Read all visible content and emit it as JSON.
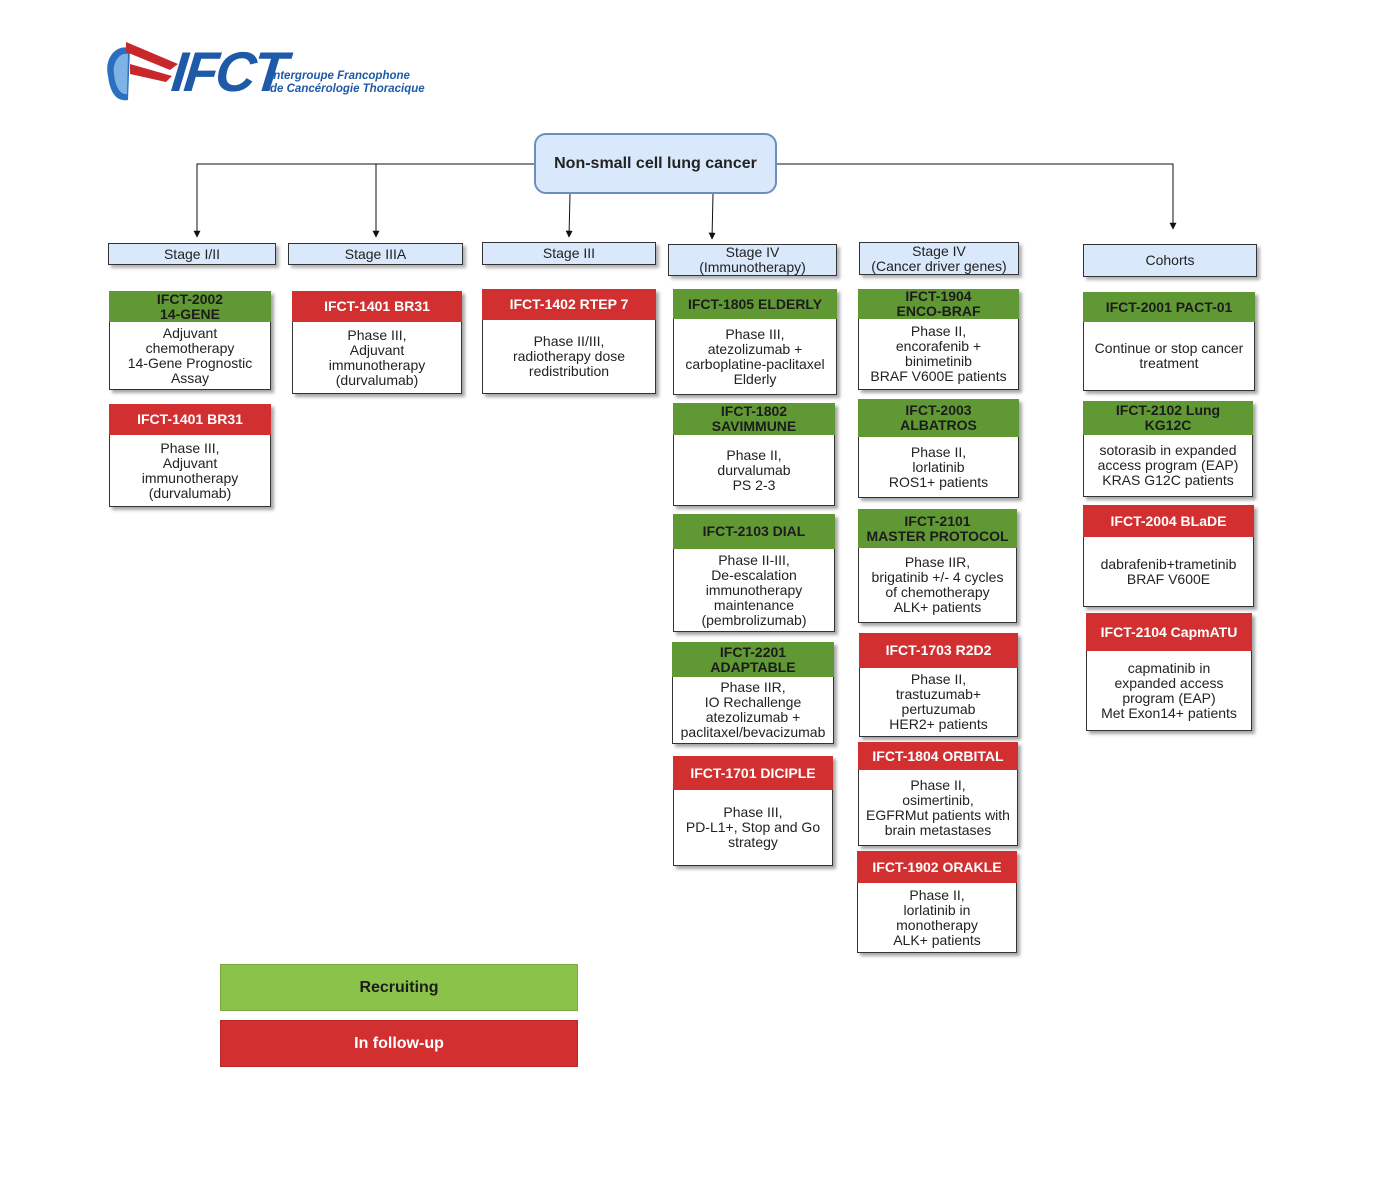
{
  "logo": {
    "word": "IFCT",
    "line1": "Intergroupe Francophone",
    "line2": "de Cancérologie Thoracique",
    "colors": {
      "blue": "#1e5aa8",
      "red": "#c8282c"
    }
  },
  "root": {
    "label": "Non-small cell lung cancer"
  },
  "stages": [
    {
      "lines": [
        "Stage I/II"
      ]
    },
    {
      "lines": [
        "Stage IIIA"
      ]
    },
    {
      "lines": [
        "Stage III"
      ]
    },
    {
      "lines": [
        "Stage IV",
        "(Immunotherapy)"
      ]
    },
    {
      "lines": [
        "Stage IV",
        "(Cancer driver genes)"
      ]
    },
    {
      "lines": [
        "Cohorts"
      ]
    }
  ],
  "trials": [
    {
      "status": "recruiting",
      "title": [
        "IFCT-2002",
        "14-GENE"
      ],
      "desc": [
        "Adjuvant",
        "chemotherapy",
        "14-Gene Prognostic",
        "Assay"
      ]
    },
    {
      "status": "follow-up",
      "title": [
        "IFCT-1401 BR31"
      ],
      "desc": [
        "Phase III,",
        "Adjuvant",
        "immunotherapy",
        "(durvalumab)"
      ]
    },
    {
      "status": "follow-up",
      "title": [
        "IFCT-1401 BR31"
      ],
      "desc": [
        "Phase III,",
        "Adjuvant",
        "immunotherapy",
        "(durvalumab)"
      ]
    },
    {
      "status": "follow-up",
      "title": [
        "IFCT-1402 RTEP 7"
      ],
      "desc": [
        "Phase II/III,",
        "radiotherapy dose",
        "redistribution"
      ]
    },
    {
      "status": "recruiting",
      "title": [
        "IFCT-1805 ELDERLY"
      ],
      "desc": [
        "Phase III,",
        "atezolizumab +",
        "carboplatine-paclitaxel",
        "Elderly"
      ]
    },
    {
      "status": "recruiting",
      "title": [
        "IFCT-1802",
        "SAVIMMUNE"
      ],
      "desc": [
        "Phase II,",
        "durvalumab",
        "PS 2-3"
      ]
    },
    {
      "status": "recruiting",
      "title": [
        "IFCT-2103 DIAL"
      ],
      "desc": [
        "Phase II-III,",
        "De-escalation",
        "immunotherapy",
        "maintenance",
        "(pembrolizumab)"
      ]
    },
    {
      "status": "recruiting",
      "title": [
        "IFCT-2201",
        "ADAPTABLE"
      ],
      "desc": [
        "Phase IIR,",
        "IO Rechallenge",
        "atezolizumab +",
        "paclitaxel/bevacizumab"
      ]
    },
    {
      "status": "follow-up",
      "title": [
        "IFCT-1701 DICIPLE"
      ],
      "desc": [
        "Phase III,",
        "PD-L1+, Stop and Go",
        "strategy"
      ]
    },
    {
      "status": "recruiting",
      "title": [
        "IFCT-1904",
        "ENCO-BRAF"
      ],
      "desc": [
        "Phase II,",
        "encorafenib +",
        "binimetinib",
        "BRAF V600E patients"
      ]
    },
    {
      "status": "recruiting",
      "title": [
        "IFCT-2003",
        "ALBATROS"
      ],
      "desc": [
        "Phase II,",
        "lorlatinib",
        "ROS1+ patients"
      ]
    },
    {
      "status": "recruiting",
      "title": [
        "IFCT-2101",
        "MASTER PROTOCOL"
      ],
      "desc": [
        "Phase IIR,",
        "brigatinib +/- 4 cycles",
        "of  chemotherapy",
        "ALK+ patients"
      ]
    },
    {
      "status": "follow-up",
      "title": [
        "IFCT-1703 R2D2"
      ],
      "desc": [
        "Phase II,",
        "trastuzumab+",
        "pertuzumab",
        "HER2+ patients"
      ]
    },
    {
      "status": "follow-up",
      "title": [
        "IFCT-1804 ORBITAL"
      ],
      "desc": [
        "Phase II,",
        "osimertinib,",
        "EGFRMut patients with",
        "brain metastases"
      ]
    },
    {
      "status": "follow-up",
      "title": [
        "IFCT-1902 ORAKLE"
      ],
      "desc": [
        "Phase II,",
        "lorlatinib in",
        "monotherapy",
        "ALK+ patients"
      ]
    },
    {
      "status": "recruiting",
      "title": [
        "IFCT-2001 PACT-01"
      ],
      "desc": [
        "Continue or stop cancer",
        "treatment"
      ]
    },
    {
      "status": "recruiting",
      "title": [
        "IFCT-2102 Lung",
        "KG12C"
      ],
      "desc": [
        "sotorasib in expanded",
        "access program (EAP)",
        "KRAS G12C patients"
      ]
    },
    {
      "status": "follow-up",
      "title": [
        "IFCT-2004 BLaDE"
      ],
      "desc": [
        "dabrafenib+trametinib",
        "BRAF V600E"
      ]
    },
    {
      "status": "follow-up",
      "title": [
        "IFCT-2104 CapmATU"
      ],
      "desc": [
        "capmatinib  in",
        "expanded access",
        "program (EAP)",
        "Met Exon14+ patients"
      ]
    }
  ],
  "legend": {
    "recruiting": "Recruiting",
    "follow_up": "In follow-up"
  },
  "colors": {
    "recruiting_header": "#609834",
    "follow_up_header": "#d23030",
    "legend_recruiting": "#8bc34a",
    "stage_fill": "#dae8fc",
    "root_border": "#6c8ebf"
  }
}
